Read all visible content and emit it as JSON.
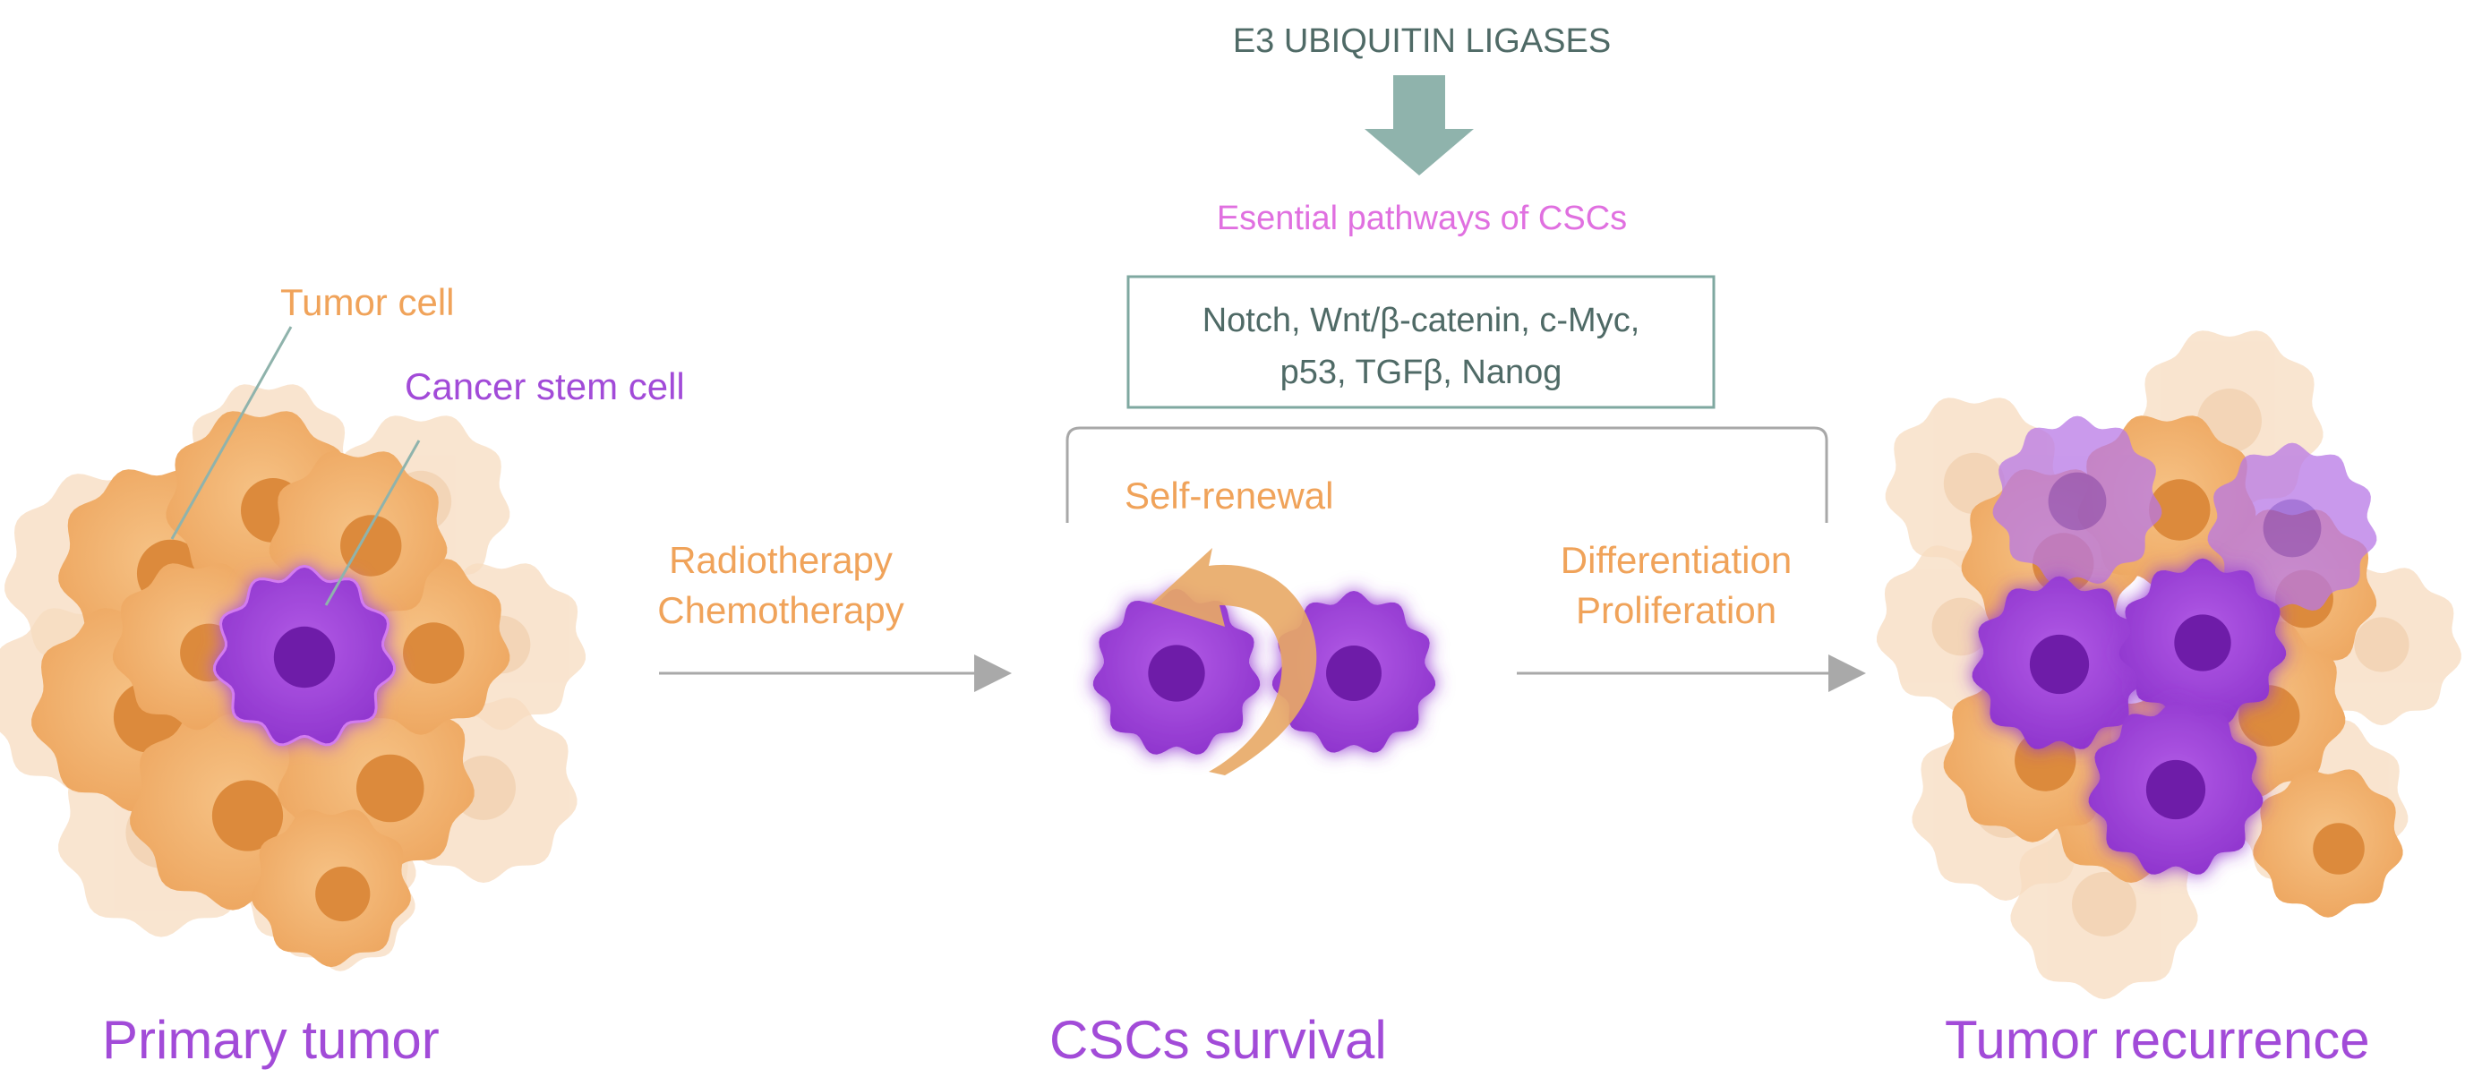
{
  "top": {
    "regulator": "E3 UBIQUITIN LIGASES",
    "pathways_heading": "Esential pathways of CSCs",
    "pathways_line1": "Notch, Wnt/β-catenin, c-Myc,",
    "pathways_line2": "p53, TGFβ, Nanog"
  },
  "primary": {
    "tumor_cell_label": "Tumor cell",
    "stem_cell_label": "Cancer stem cell",
    "title": "Primary tumor"
  },
  "therapy": {
    "line1": "Radiotherapy",
    "line2": "Chemotherapy"
  },
  "survival": {
    "self_renewal": "Self-renewal",
    "title": "CSCs survival"
  },
  "differentiation": {
    "line1": "Differentiation",
    "line2": "Proliferation"
  },
  "recurrence": {
    "title": "Tumor recurrence"
  },
  "colors": {
    "orange_text": "#F0A35A",
    "purple": "#A24BD8",
    "pink": "#E070E0",
    "teal": "#4F6A66",
    "arrow_teal": "#8FB3AC",
    "tumor_cell": "#F2B36E",
    "tumor_nucleus": "#DC8A3C",
    "stem_cell": "#9D3FD8",
    "stem_nucleus": "#6E1FA8"
  },
  "icons": {
    "down_arrow": "down-arrow-icon",
    "right_arrow": "right-arrow-icon",
    "curved_arrow": "curved-arrow-icon"
  }
}
